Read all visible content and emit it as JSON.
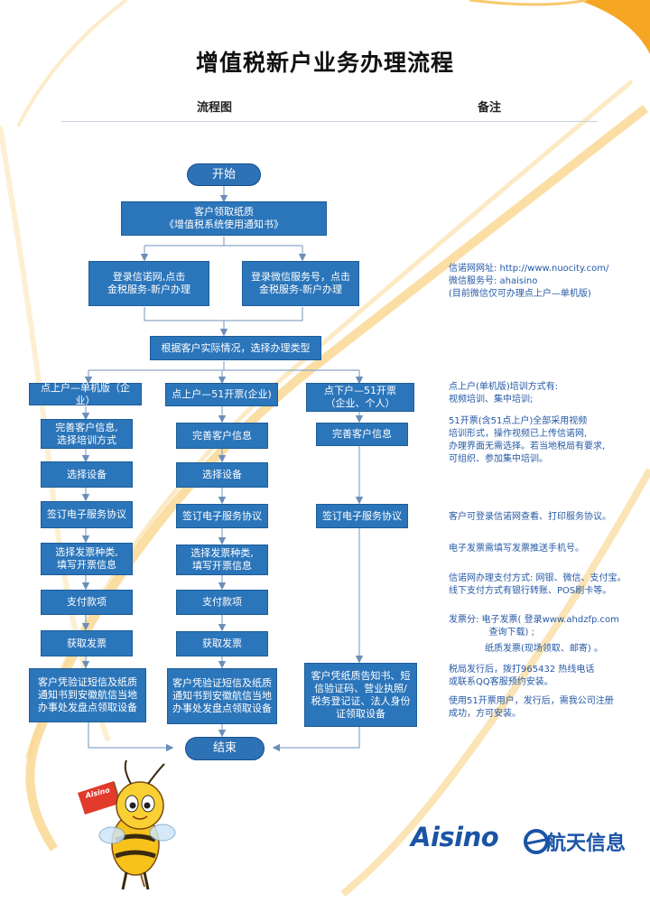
{
  "title": "增值税新户业务办理流程",
  "columns": {
    "flow": "流程图",
    "notes": "备注"
  },
  "flow": {
    "start": "开始",
    "end": "结束",
    "receive": [
      "客户领取纸质",
      "《增值税系统使用通知书》"
    ],
    "register_web": [
      "登录信诺网,点击",
      "金税服务-新户办理"
    ],
    "register_wechat": [
      "登录微信服务号，点击",
      "金税服务-新户办理"
    ],
    "choose_type": "根据客户实际情况，选择办理类型",
    "branches": [
      {
        "header": [
          "点上户—单机版（企业）"
        ],
        "steps": [
          [
            "完善客户信息,",
            "选择培训方式"
          ],
          [
            "选择设备"
          ],
          [
            "签订电子服务协议"
          ],
          [
            "选择发票种类,",
            "填写开票信息"
          ],
          [
            "支付款项"
          ],
          [
            "获取发票"
          ],
          [
            "客户凭验证短信及纸质",
            "通知书到安徽航信当地",
            "办事处发盘点领取设备"
          ]
        ]
      },
      {
        "header": [
          "点上户—51开票(企业)"
        ],
        "steps": [
          [
            "完善客户信息"
          ],
          [
            "选择设备"
          ],
          [
            "签订电子服务协议"
          ],
          [
            "选择发票种类,",
            "填写开票信息"
          ],
          [
            "支付款项"
          ],
          [
            "获取发票"
          ],
          [
            "客户凭验证短信及纸质",
            "通知书到安徽航信当地",
            "办事处发盘点领取设备"
          ]
        ]
      },
      {
        "header": [
          "点下户—51开票",
          "（企业、个人）"
        ],
        "steps": [
          [
            "完善客户信息"
          ],
          [
            "签订电子服务协议"
          ],
          [
            "客户凭纸质告知书、短",
            "信验证码、营业执照/",
            "税务登记证、法人身份",
            "证领取设备"
          ]
        ]
      }
    ]
  },
  "notes": [
    [
      "信诺网网址: http://www.nuocity.com/",
      "微信服务号: ahaisino",
      "(目前微信仅可办理点上户—单机版)"
    ],
    [
      "点上户(单机版)培训方式有:",
      "视频培训、集中培训;"
    ],
    [
      "51开票(含51点上户)全部采用视频",
      "培训形式，操作视频已上传信诺网,",
      "办理界面无需选择。若当地税局有要求,",
      "可组织、参加集中培训。"
    ],
    [
      "客户可登录信诺网查看、打印服务协议。"
    ],
    [
      "电子发票需填写发票推送手机号。"
    ],
    [
      "信诺网办理支付方式: 网银、微信、支付宝。",
      "线下支付方式有银行转账、POS刷卡等。"
    ],
    [
      "发票分: 电子发票( 登录www.ahdzfp.com",
      "              查询下载) ;"
    ],
    [
      "纸质发票(现场领取、邮寄) 。"
    ],
    [
      "税局发行后，拨打965432 热线电话",
      "或联系QQ客服预约安装。"
    ],
    [
      "使用51开票用户，发行后，需我公司注册",
      "成功，方可安装。"
    ]
  ],
  "logo": {
    "latin": "Aisino",
    "chinese": "航天信息",
    "flag": "Aisino"
  },
  "colors": {
    "box": "#2b75ba",
    "note": "#2559a6",
    "arc": "#f5b340"
  }
}
